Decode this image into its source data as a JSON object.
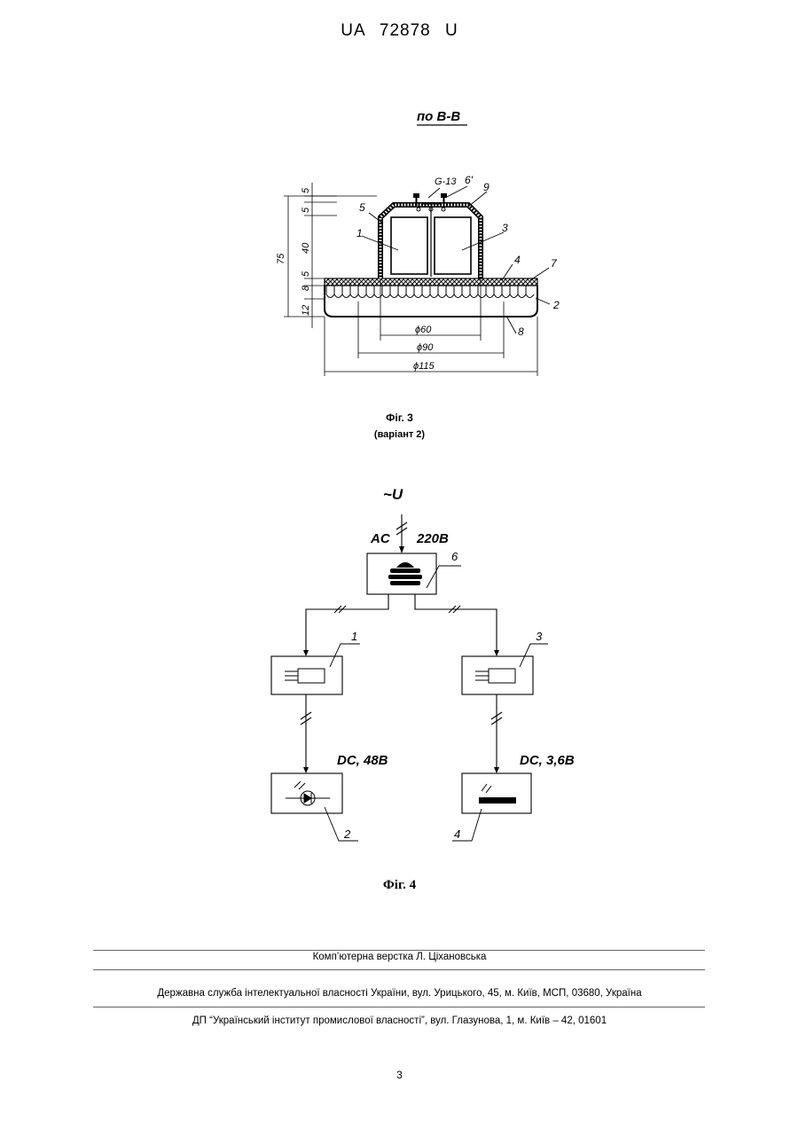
{
  "header": {
    "patent": "UA   72878   U"
  },
  "fig3": {
    "section_title": "по В-В",
    "labels": {
      "n1": "1",
      "n2": "2",
      "n3": "3",
      "n4": "4",
      "n5": "5",
      "n6": "6'",
      "n7": "7",
      "n8": "8",
      "n9": "9",
      "g13": "G-13"
    },
    "dims": {
      "d75": "75",
      "d5a": "5",
      "d5b": "5",
      "d40": "40",
      "d5c": "5",
      "d8": "8",
      "d12": "12",
      "phi60": "ϕ60",
      "phi90": "ϕ90",
      "phi115": "ϕ115"
    },
    "caption": "Фіг. 3",
    "variant": "(варіант 2)"
  },
  "fig4": {
    "supply": "~U",
    "ac": "AC",
    "voltage_in": "220B",
    "labels": {
      "n1": "1",
      "n2": "2",
      "n3": "3",
      "n4": "4",
      "n6": "6"
    },
    "dc_left": "DC, 48B",
    "dc_right": "DC, 3,6B",
    "caption": "Фіг. 4"
  },
  "footer": {
    "typesetting": "Комп’ютерна верстка Л. Ціхановська",
    "agency": "Державна служба інтелектуальної власності України, вул. Урицького, 45, м. Київ, МСП, 03680, Україна",
    "institute": "ДП “Український інститут промислової власності”, вул. Глазунова, 1, м. Київ – 42, 01601"
  },
  "page_number": "3"
}
